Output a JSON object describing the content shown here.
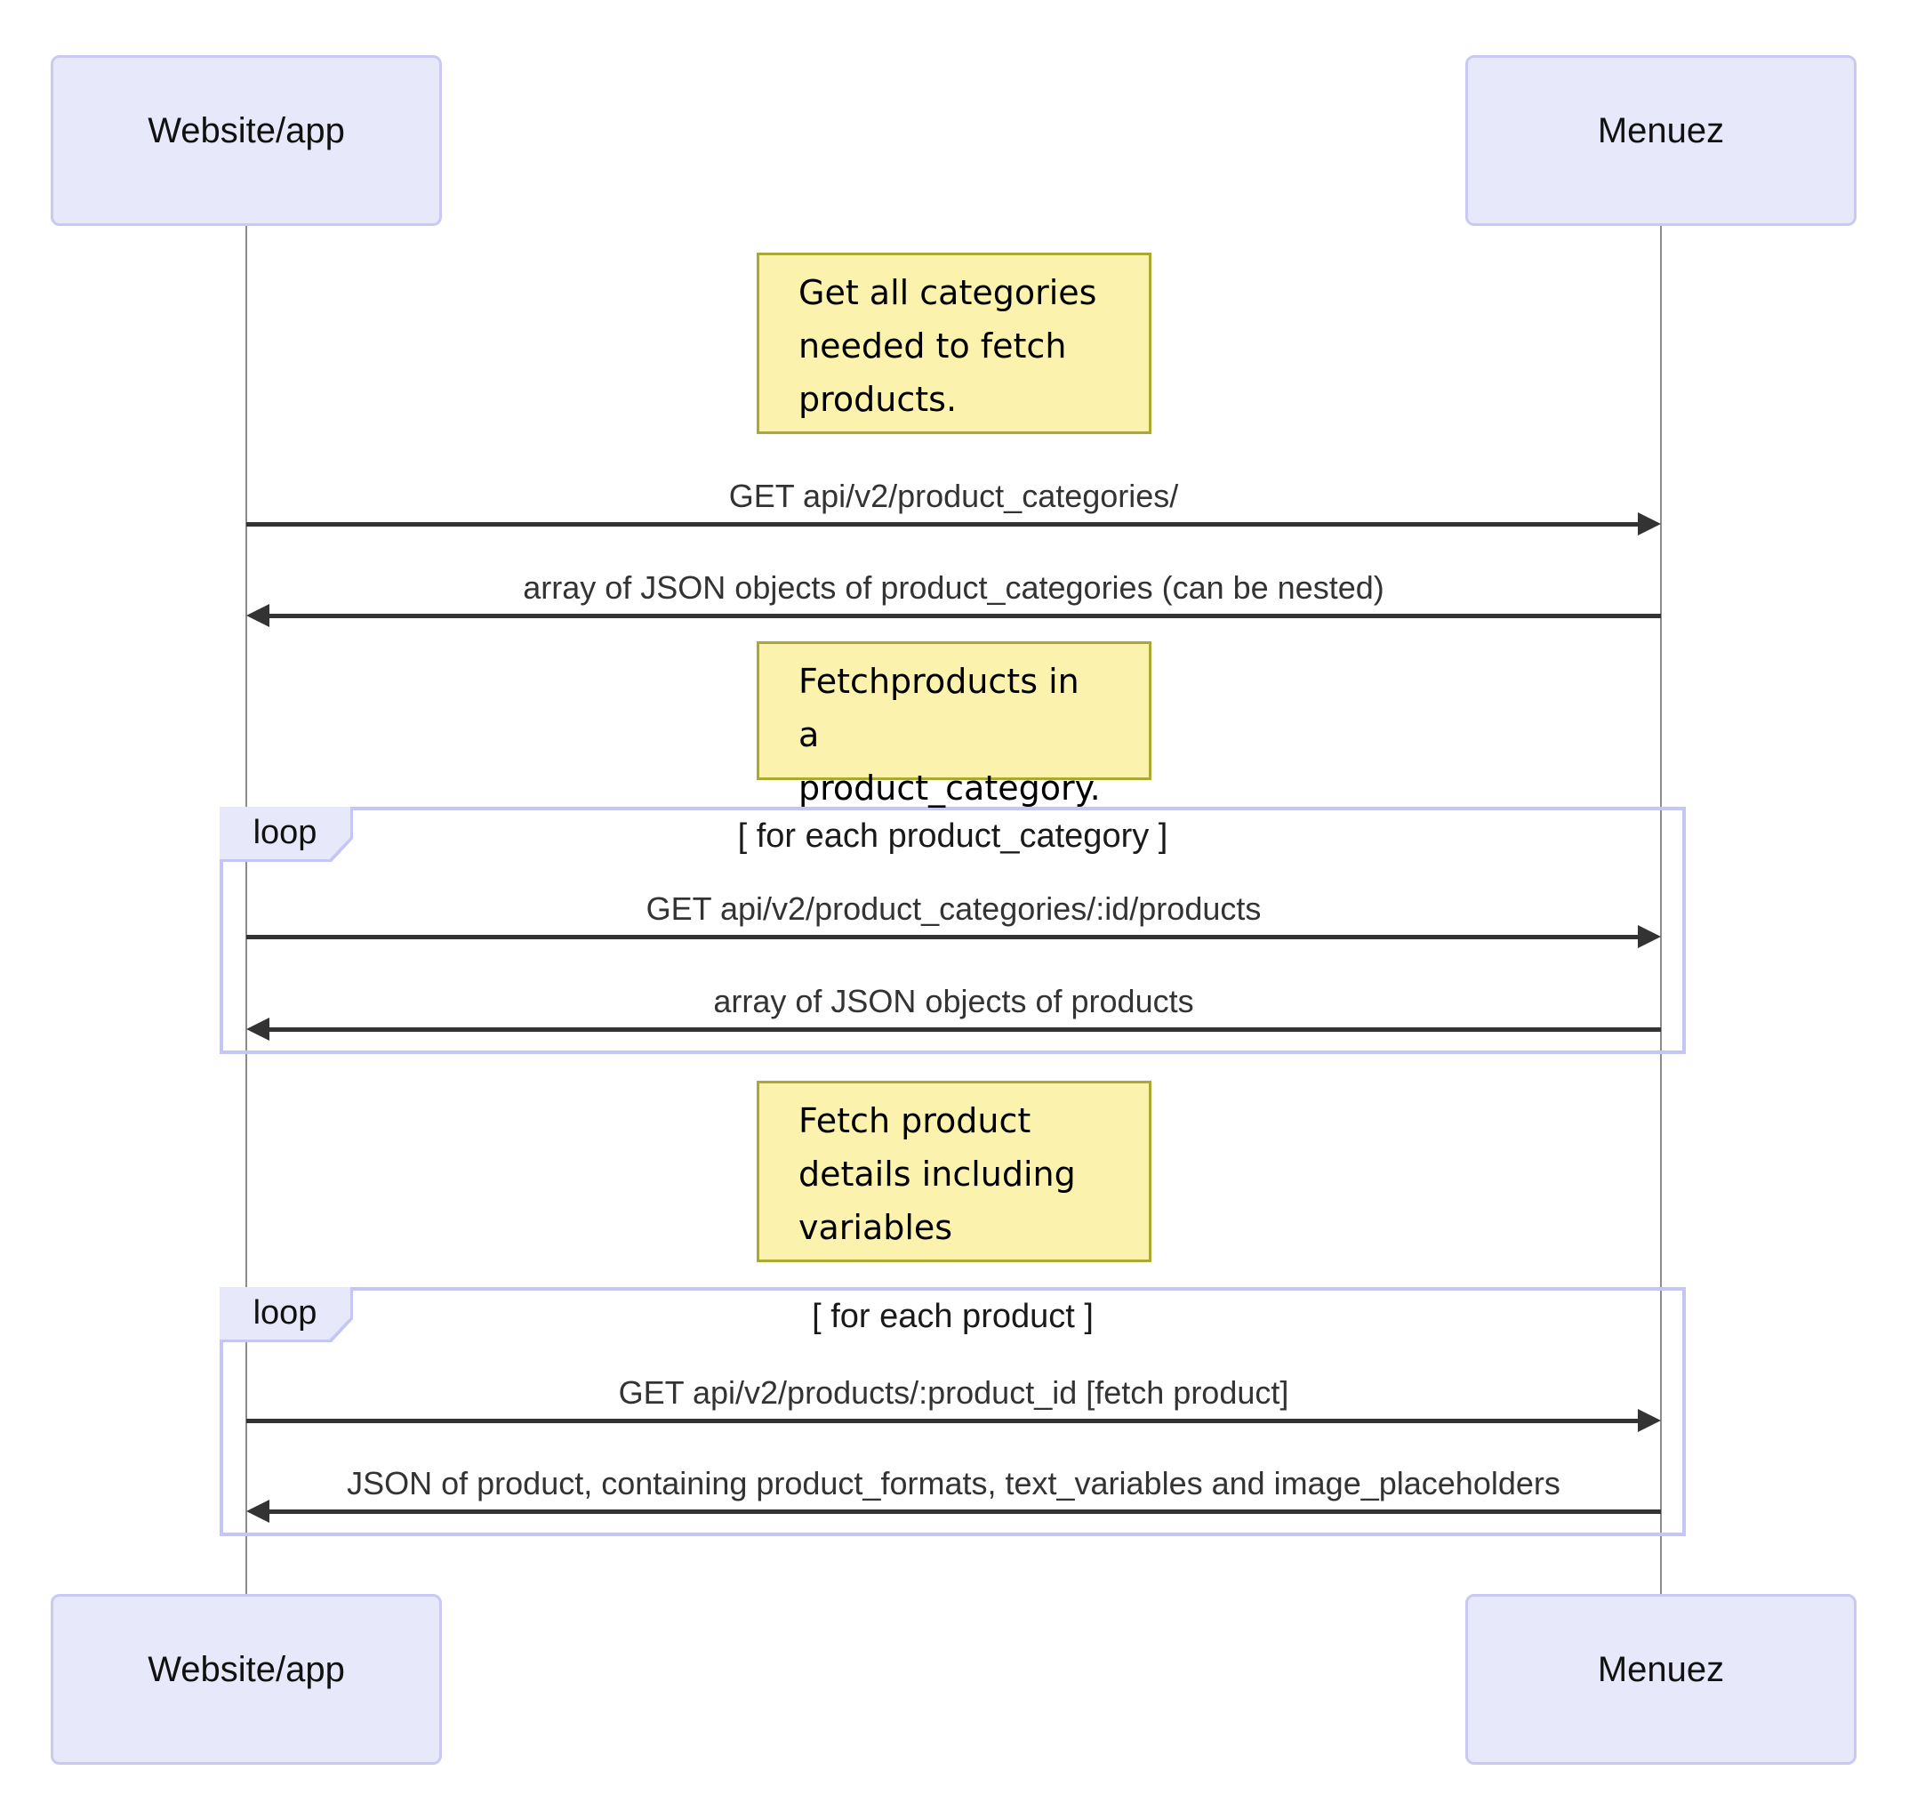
{
  "colors": {
    "actor_fill": "#e8e8fb",
    "actor_border": "#c9c9f4",
    "note_fill": "#fbf3ad",
    "note_border": "#aaaa33",
    "loop_border": "#c6c6f6",
    "arrow": "#333333",
    "lifeline": "#8c8c8c"
  },
  "actors": [
    {
      "label": "Website/app"
    },
    {
      "label": "Menuez"
    }
  ],
  "notes": [
    {
      "text": "Get all categories\nneeded to fetch\nproducts."
    },
    {
      "text": "Fetchproducts in a\nproduct_category."
    },
    {
      "text": "Fetch product\ndetails including\nvariables"
    }
  ],
  "loops": [
    {
      "keyword": "loop",
      "condition": "[ for each product_category ]"
    },
    {
      "keyword": "loop",
      "condition": "[ for each product ]"
    }
  ],
  "messages": [
    {
      "text": "GET api/v2/product_categories/",
      "direction": "right"
    },
    {
      "text": "array of JSON objects of product_categories (can be nested)",
      "direction": "left"
    },
    {
      "text": "GET api/v2/product_categories/:id/products",
      "direction": "right"
    },
    {
      "text": "array of JSON objects of products",
      "direction": "left"
    },
    {
      "text": "GET api/v2/products/:product_id [fetch product]",
      "direction": "right"
    },
    {
      "text": "JSON of product, containing product_formats, text_variables and image_placeholders",
      "direction": "left"
    }
  ]
}
